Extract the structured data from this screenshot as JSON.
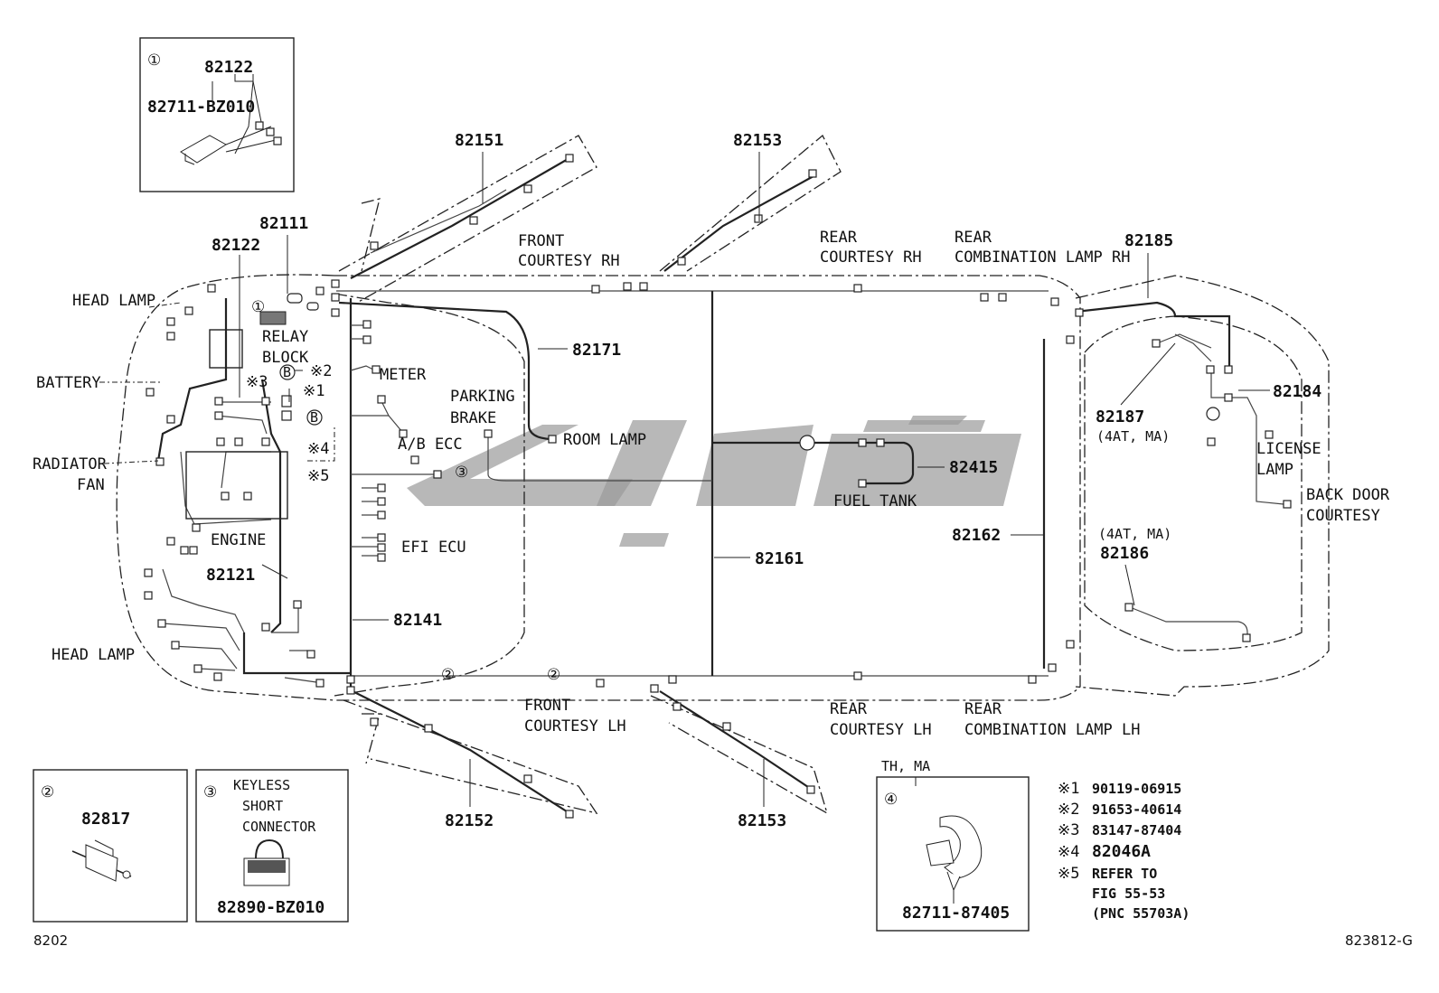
{
  "diagram": {
    "part_numbers": {
      "p82122_inset": "82122",
      "p82711_bz010": "82711-BZ010",
      "p82151": "82151",
      "p82153_top": "82153",
      "p82111": "82111",
      "p82122_main": "82122",
      "p82171": "82171",
      "p82185": "82185",
      "p82184": "82184",
      "p82187": "82187",
      "p82415": "82415",
      "p82162": "82162",
      "p82186": "82186",
      "p82161": "82161",
      "p82121": "82121",
      "p82141": "82141",
      "p82152": "82152",
      "p82153_bottom": "82153",
      "p82817": "82817",
      "p82890_bz010": "82890-BZ010",
      "p82711_87405": "82711-87405"
    },
    "labels": {
      "head_lamp_top": "HEAD LAMP",
      "battery": "BATTERY",
      "radiator": "RADIATOR",
      "fan": "FAN",
      "head_lamp_bottom": "HEAD LAMP",
      "relay": "RELAY",
      "block": "BLOCK",
      "engine": "ENGINE",
      "meter": "METER",
      "ab_ecc": "A/B ECC",
      "efi_ecu": "EFI ECU",
      "parking": "PARKING",
      "brake": "BRAKE",
      "room_lamp": "ROOM LAMP",
      "front_courtesy_rh_1": "FRONT",
      "front_courtesy_rh_2": "COURTESY RH",
      "rear_courtesy_rh_1": "REAR",
      "rear_courtesy_rh_2": "COURTESY RH",
      "rear_comb_rh_1": "REAR",
      "rear_comb_rh_2": "COMBINATION LAMP RH",
      "fuel_tank": "FUEL TANK",
      "license_1": "LICENSE",
      "license_2": "LAMP",
      "back_door_1": "BACK DOOR",
      "back_door_2": "COURTESY",
      "fourat_ma_1": "(4AT, MA)",
      "fourat_ma_2": "(4AT, MA)",
      "front_courtesy_lh_1": "FRONT",
      "front_courtesy_lh_2": "COURTESY LH",
      "rear_courtesy_lh_1": "REAR",
      "rear_courtesy_lh_2": "COURTESY LH",
      "rear_comb_lh_1": "REAR",
      "rear_comb_lh_2": "COMBINATION LAMP LH",
      "keyless_1": "KEYLESS",
      "keyless_2": "SHORT",
      "keyless_3": "CONNECTOR",
      "th_ma": "TH, MA"
    },
    "markers": {
      "m1": "①",
      "m2": "②",
      "m3": "③",
      "m4": "④",
      "ref1": "※1",
      "ref2": "※2",
      "ref3": "※3",
      "ref4": "※4",
      "ref5": "※5",
      "b": "B",
      "b1": "B"
    },
    "reference_notes": [
      {
        "mark": "※1",
        "text": "90119-06915"
      },
      {
        "mark": "※2",
        "text": "91653-40614"
      },
      {
        "mark": "※3",
        "text": "83147-87404"
      },
      {
        "mark": "※4",
        "text": "82046A"
      },
      {
        "mark": "※5",
        "text": "REFER TO"
      },
      {
        "mark": "",
        "text": "FIG 55-53"
      },
      {
        "mark": "",
        "text": "(PNC 55703A)"
      }
    ],
    "footer": {
      "left": "8202",
      "right": "823812-G"
    }
  }
}
